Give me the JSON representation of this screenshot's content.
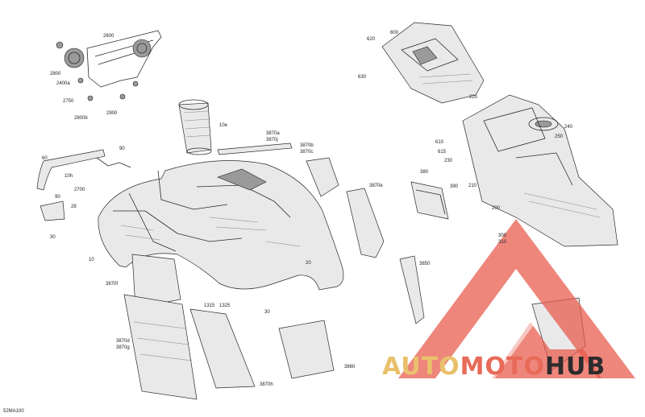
{
  "diagram": {
    "code": "52MA100",
    "callouts": [
      {
        "id": "2600",
        "text": "2600"
      },
      {
        "id": "2800",
        "text": "2800"
      },
      {
        "id": "2400a",
        "text": "2400a"
      },
      {
        "id": "2750",
        "text": "2750"
      },
      {
        "id": "2900",
        "text": "2900"
      },
      {
        "id": "2800b",
        "text": "2800b"
      },
      {
        "id": "10e",
        "text": "10e"
      },
      {
        "id": "3870a",
        "text": "3870a"
      },
      {
        "id": "3870j",
        "text": "3870j"
      },
      {
        "id": "3870b",
        "text": "3870b"
      },
      {
        "id": "3870c",
        "text": "3870c"
      },
      {
        "id": "3870e",
        "text": "3870e"
      },
      {
        "id": "60",
        "text": "60"
      },
      {
        "id": "90a",
        "text": "90"
      },
      {
        "id": "10h",
        "text": "10h"
      },
      {
        "id": "2700",
        "text": "2700"
      },
      {
        "id": "90b",
        "text": "90"
      },
      {
        "id": "28",
        "text": "28"
      },
      {
        "id": "30a",
        "text": "30"
      },
      {
        "id": "10",
        "text": "10"
      },
      {
        "id": "3870f",
        "text": "3870f"
      },
      {
        "id": "20",
        "text": "20"
      },
      {
        "id": "1315",
        "text": "1315"
      },
      {
        "id": "1325",
        "text": "1325"
      },
      {
        "id": "30b",
        "text": "30"
      },
      {
        "id": "3870d",
        "text": "3870d"
      },
      {
        "id": "3870g",
        "text": "3870g"
      },
      {
        "id": "3870h",
        "text": "3870h"
      },
      {
        "id": "3860",
        "text": "3860"
      },
      {
        "id": "3850",
        "text": "3850"
      },
      {
        "id": "620",
        "text": "620"
      },
      {
        "id": "600",
        "text": "600"
      },
      {
        "id": "630",
        "text": "630"
      },
      {
        "id": "220",
        "text": "220"
      },
      {
        "id": "240",
        "text": "240"
      },
      {
        "id": "250",
        "text": "250"
      },
      {
        "id": "610",
        "text": "610"
      },
      {
        "id": "615",
        "text": "615"
      },
      {
        "id": "230",
        "text": "230"
      },
      {
        "id": "380",
        "text": "380"
      },
      {
        "id": "390",
        "text": "390"
      },
      {
        "id": "210",
        "text": "210"
      },
      {
        "id": "200",
        "text": "200"
      },
      {
        "id": "300",
        "text": "300"
      },
      {
        "id": "310",
        "text": "310"
      }
    ]
  },
  "watermark": {
    "part1": "AUTO",
    "part2": "MOTO",
    "part3": "HUB",
    "colors": {
      "auto": "#e9c16c",
      "moto": "#e86a58",
      "hub": "#2d2b2c",
      "logo": "#e8574a"
    }
  }
}
